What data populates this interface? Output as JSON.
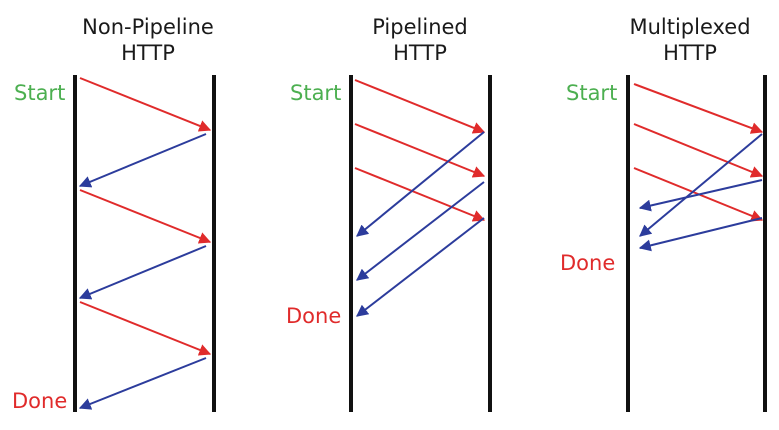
{
  "colors": {
    "request": "#e02b2b",
    "response": "#2c3c9c",
    "start": "#4caf50",
    "done": "#e02b2b",
    "timeline": "#111111"
  },
  "diagrams": [
    {
      "id": "non-pipeline",
      "title_line1": "Non-Pipeline",
      "title_line2": "HTTP",
      "start_label": "Start",
      "done_label": "Done"
    },
    {
      "id": "pipelined",
      "title_line1": "Pipelined",
      "title_line2": "HTTP",
      "start_label": "Start",
      "done_label": "Done"
    },
    {
      "id": "multiplexed",
      "title_line1": "Multiplexed",
      "title_line2": "HTTP",
      "start_label": "Start",
      "done_label": "Done"
    }
  ]
}
